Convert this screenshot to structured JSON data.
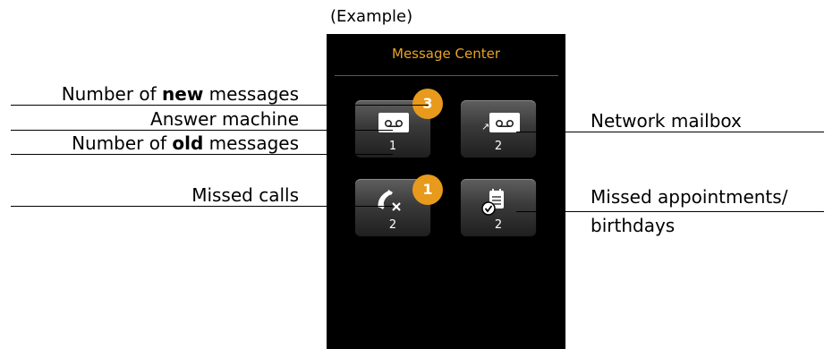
{
  "caption": "(Example)",
  "screen": {
    "title": "Message Center",
    "title_color": "#e8a227",
    "tiles": [
      {
        "name": "answer-machine",
        "icon": "tape-icon",
        "count": "1",
        "badge": "3"
      },
      {
        "name": "network-mailbox",
        "icon": "network-tape-icon",
        "count": "2",
        "badge": ""
      },
      {
        "name": "missed-calls",
        "icon": "missed-call-icon",
        "count": "2",
        "badge": "1"
      },
      {
        "name": "missed-appointments",
        "icon": "calendar-check-icon",
        "count": "2",
        "badge": ""
      }
    ],
    "badge_color": "#e79a1c"
  },
  "labels": {
    "new_prefix": "Number of ",
    "new_bold": "new",
    "new_suffix": " messages",
    "answer_machine": "Answer machine",
    "old_prefix": "Number of ",
    "old_bold": "old",
    "old_suffix": " messages",
    "missed_calls": "Missed calls",
    "network_mailbox": "Network mailbox",
    "appointments_line1": "Missed appointments/",
    "appointments_line2": "birthdays"
  }
}
